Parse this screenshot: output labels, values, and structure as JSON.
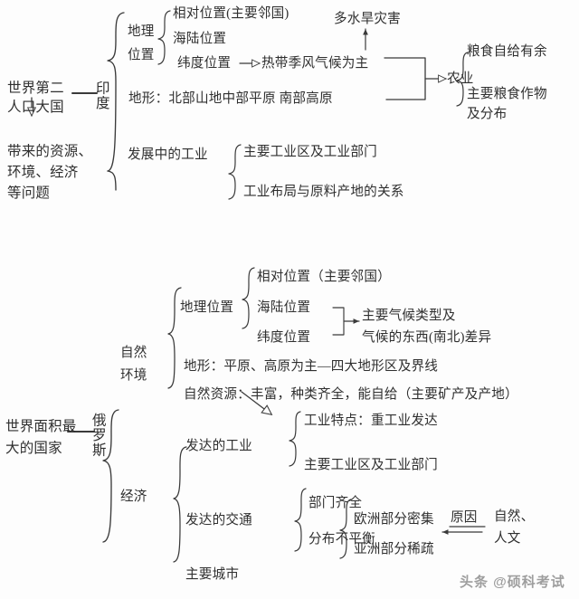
{
  "page": {
    "title": "世界第二人口大国与世界面积最大的国家知识结构图",
    "background_color": "#fdfdfd",
    "ink_color": "#2f2f2f",
    "watermark": "头条 @硕科考试"
  },
  "diagrams": [
    {
      "id": "india",
      "root": {
        "label_line1": "世界第二",
        "label_line2": "人口大国",
        "arrow_down_to": {
          "line1": "带来的资源、",
          "line2": "环境、经济",
          "line3": "等问题"
        }
      },
      "country": "印度",
      "branches": [
        {
          "label_line1": "地理",
          "label_line2": "位置",
          "items": [
            "相对位置(主要邻国)",
            "海陆位置",
            "纬度位置"
          ],
          "arrow_target": "热带季风气候为主"
        },
        {
          "label": "地形：北部山地中部平原 南部高原"
        },
        {
          "label": "发展中的工业",
          "items": [
            "主要工业区及工业部门",
            "工业布局与原料产地的关系"
          ]
        }
      ],
      "hazard": "多水旱灾害",
      "agriculture": {
        "label": "农业",
        "items": [
          "粮食自给有余",
          "主要粮食作物\n及分布"
        ],
        "item_1": "粮食自给有余",
        "item_2_line1": "主要粮食作物",
        "item_2_line2": "及分布"
      }
    },
    {
      "id": "russia",
      "root": {
        "label_line1": "世界面积最",
        "label_line2": "大的国家"
      },
      "country": "俄罗斯",
      "branches": [
        {
          "label_line1": "自然",
          "label_line2": "环境",
          "children": [
            {
              "label": "地理位置",
              "items": [
                "相对位置（主要邻国）",
                "海陆位置",
                "纬度位置"
              ],
              "arrow_target_line1": "主要气候类型及",
              "arrow_target_line2": "气候的东西(南北)差异"
            },
            {
              "label": "地形：平原、高原为主—四大地形区及界线"
            },
            {
              "label": "自然资源：丰富，种类齐全，能自给（主要矿产及产地）"
            }
          ]
        },
        {
          "label": "经济",
          "children": [
            {
              "label": "发达的工业",
              "items": [
                "工业特点：重工业发达",
                "主要工业区及工业部门"
              ]
            },
            {
              "label": "发达的交通",
              "items": [
                "部门齐全",
                "分布不平衡"
              ],
              "distribution": {
                "items": [
                  "欧洲部分密集",
                  "亚洲部分稀疏"
                ],
                "cause_label": "原因",
                "cause_line1": "自然、",
                "cause_line2": "人文"
              }
            },
            {
              "label": "主要城市"
            }
          ]
        }
      ]
    }
  ]
}
